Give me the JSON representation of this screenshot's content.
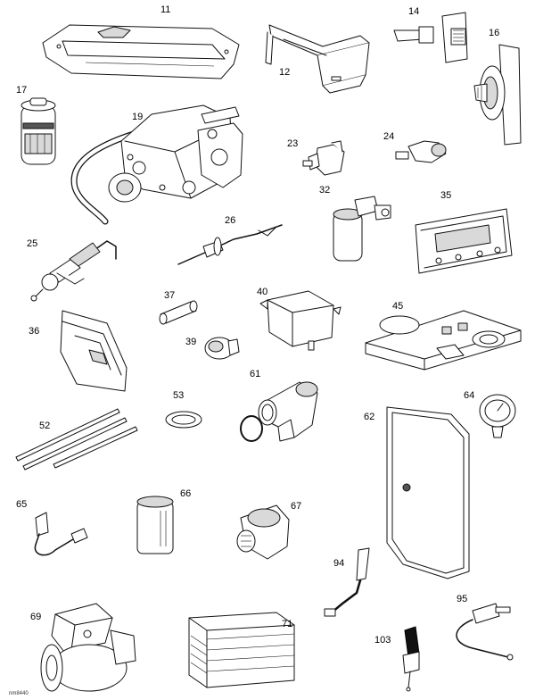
{
  "parts": [
    {
      "id": "p11",
      "label": "11"
    },
    {
      "id": "p12",
      "label": "12"
    },
    {
      "id": "p14",
      "label": "14"
    },
    {
      "id": "p16",
      "label": "16"
    },
    {
      "id": "p17",
      "label": "17"
    },
    {
      "id": "p19",
      "label": "19"
    },
    {
      "id": "p23",
      "label": "23"
    },
    {
      "id": "p24",
      "label": "24"
    },
    {
      "id": "p25",
      "label": "25"
    },
    {
      "id": "p26",
      "label": "26"
    },
    {
      "id": "p32",
      "label": "32"
    },
    {
      "id": "p35",
      "label": "35"
    },
    {
      "id": "p36",
      "label": "36"
    },
    {
      "id": "p37",
      "label": "37"
    },
    {
      "id": "p39",
      "label": "39"
    },
    {
      "id": "p40",
      "label": "40"
    },
    {
      "id": "p45",
      "label": "45"
    },
    {
      "id": "p52",
      "label": "52"
    },
    {
      "id": "p53",
      "label": "53"
    },
    {
      "id": "p61",
      "label": "61"
    },
    {
      "id": "p62",
      "label": "62"
    },
    {
      "id": "p64",
      "label": "64"
    },
    {
      "id": "p65",
      "label": "65"
    },
    {
      "id": "p66",
      "label": "66"
    },
    {
      "id": "p67",
      "label": "67"
    },
    {
      "id": "p69",
      "label": "69"
    },
    {
      "id": "p71",
      "label": "71"
    },
    {
      "id": "p94",
      "label": "94"
    },
    {
      "id": "p95",
      "label": "95"
    },
    {
      "id": "p103",
      "label": "103"
    }
  ],
  "reference_code": "nm8440"
}
